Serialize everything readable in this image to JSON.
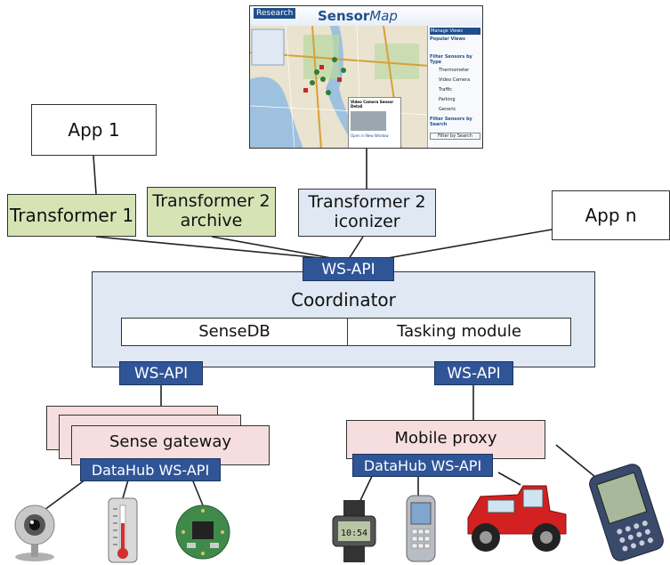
{
  "sensormap": {
    "brand": "Research",
    "title_a": "Sensor",
    "title_b": "Map",
    "side_heading_1": "Manage Views",
    "side_heading_2": "Popular Views",
    "side_heading_3": "Filter Sensors by Type",
    "side_types": [
      "Thermometer",
      "Video Camera",
      "Traffic",
      "Parking",
      "Generic"
    ],
    "side_heading_4": "Filter Sensors by Search",
    "filter_button": "Filter by Search",
    "popup_title": "Video Camera Sensor Detail",
    "popup_link": "Open in New Window"
  },
  "nodes": {
    "app1": "App 1",
    "transformer1": "Transformer 1",
    "transformer2_archive": [
      "Transformer 2",
      "archive"
    ],
    "transformer2_iconizer": [
      "Transformer 2",
      "iconizer"
    ],
    "appn": "App n",
    "coordinator": "Coordinator",
    "sensedb": "SenseDB",
    "tasking": "Tasking module",
    "sense_gateway": "Sense gateway",
    "mobile_proxy": "Mobile proxy"
  },
  "apis": {
    "ws_top": "WS-API",
    "ws_left": "WS-API",
    "ws_right": "WS-API",
    "datahub_left": "DataHub WS-API",
    "datahub_right": "DataHub WS-API"
  },
  "devices": [
    "webcam-icon",
    "thermometer-icon",
    "sensor-board-icon",
    "watch-icon",
    "phone-icon",
    "jeep-icon",
    "pda-icon"
  ],
  "colors": {
    "ws_api": "#2f5597",
    "transformer_green": "#d6e3b5",
    "light_blue": "#dfe8f3",
    "gateway_pink": "#f6dede"
  }
}
